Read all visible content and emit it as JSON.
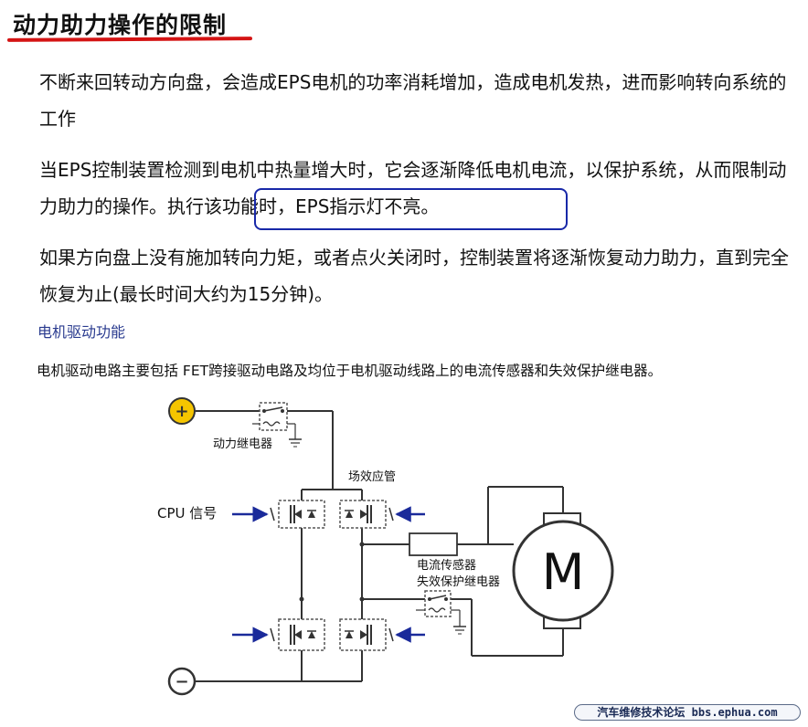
{
  "title": "动力助力操作的限制",
  "paragraphs": {
    "p1": "不断来回转动方向盘，会造成EPS电机的功率消耗增加，造成电机发热，进而影响转向系统的工作",
    "p2_before": "当EPS控制装置检测到电机中热量增大时，它会逐渐降低电机电流，以保护系统，从而限制动力助力的操作。",
    "p2_highlight": "执行该功能时，EPS指示灯不亮。",
    "p3": "如果方向盘上没有施加转向力矩，或者点火关闭时，控制装置将逐渐恢复动力助力，直到完全恢复为止(最长时间大约为15分钟)。"
  },
  "motor_section": {
    "heading": "电机驱动功能",
    "description": "电机驱动电路主要包括 FET跨接驱动电路及均位于电机驱动线路上的电流传感器和失效保护继电器。"
  },
  "diagram": {
    "positive_symbol": "+",
    "negative_symbol": "−",
    "power_relay_label": "动力继电器",
    "fet_label": "场效应管",
    "cpu_signal_label": "CPU 信号",
    "current_sensor_label": "电流传感器",
    "failsafe_relay_label": "失效保护继电器",
    "motor_symbol": "M"
  },
  "watermark": "汽车维修技术论坛 bbs.ephua.com",
  "colors": {
    "underline": "#d41414",
    "highlight_box": "#1828a8",
    "heading_blue": "#2a3b8f",
    "signal_arrow": "#1a2a9a",
    "terminal_yellow": "#f5c500"
  }
}
